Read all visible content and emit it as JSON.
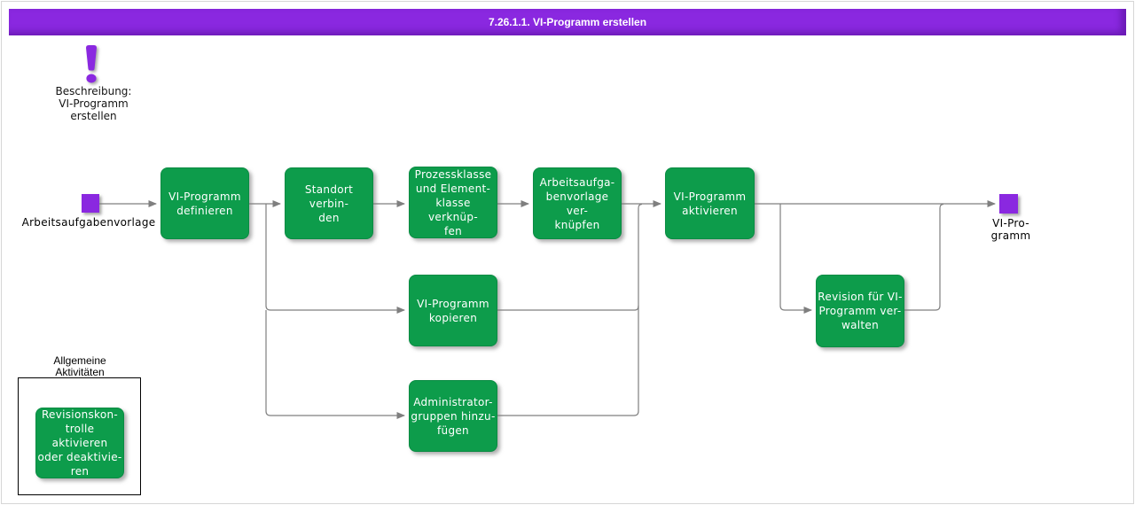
{
  "title": "7.26.1.1. VI-Programm erstellen",
  "description": {
    "icon": "exclamation-icon",
    "text": "Beschreibung:\nVI-Programm\nerstellen"
  },
  "start_node": {
    "label": "Arbeitsaufgabenvorlage"
  },
  "end_node": {
    "label": "VI-Pro-\ngramm"
  },
  "tasks": [
    {
      "label": "VI-Programm\ndefinieren"
    },
    {
      "label": "Standort verbin-\nden"
    },
    {
      "label": "Prozessklasse\nund Element-\nklasse verknüp-\nfen"
    },
    {
      "label": "Arbeitsaufga-\nbenvorlage ver-\nknüpfen"
    },
    {
      "label": "VI-Programm\naktivieren"
    },
    {
      "label": "VI-Programm\nkopieren"
    },
    {
      "label": "Administrator-\ngruppen hinzu-\nfügen"
    },
    {
      "label": "Revision für VI-\nProgramm ver-\nwalten"
    }
  ],
  "group": {
    "label": "Allgemeine\nAktivitäten",
    "task": {
      "label": "Revisionskon-\ntrolle aktivieren\noder deaktivie-\nren"
    }
  },
  "colors": {
    "accent_purple": "#8A28E0",
    "task_green": "#0D9C4B",
    "connector_gray": "#7F7F7F",
    "title_text": "#FFFFFF",
    "task_text": "#FFFFFF"
  }
}
